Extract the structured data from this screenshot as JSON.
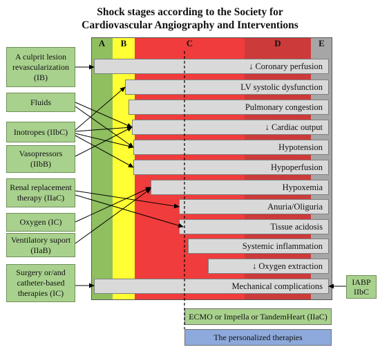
{
  "title_line1": "Shock stages according to the Society for",
  "title_line2": "Cardiovascular Angiography and Interventions",
  "stages": [
    "A",
    "B",
    "C",
    "D",
    "E"
  ],
  "stage_colors": {
    "A": "#8fbf5f",
    "B": "#ffff33",
    "C": "#f03c3c",
    "D": "#cc3a3a",
    "E": "#a6a6a6"
  },
  "conditions": [
    "↓ Coronary perfusion",
    "LV systolic dysfunction",
    "Pulmonary congestion",
    "↓ Cardiac output",
    "Hypotension",
    "Hypoperfusion",
    "Hypoxemia",
    "Anuria/Oliguria",
    "Tissue acidosis",
    "Systemic inflammation",
    "↓ Oxygen extraction",
    "Mechanical complications"
  ],
  "therapies": [
    "A culprit lesion revascularization (IB)",
    "Fluids",
    "Inotropes (IIbC)",
    "Vasopressors (IIbB)",
    "Renal replacement therapy (IIaC)",
    "Oxygen (IC)",
    "Ventilatory suport (IIaB)",
    "Surgery or/and catheter-based therapies (IC)"
  ],
  "right_therapy": {
    "line1": "IABP",
    "line2": "IIbC"
  },
  "ecmo_label": "ECMO or Impella or TandemHeart (IIaC)",
  "personalized_label": "The personalized therapies",
  "colors": {
    "therapy_box": "#a9d18e",
    "bar": "#d9d9d9",
    "personalized": "#8ea9db",
    "arrow": "#000000"
  }
}
